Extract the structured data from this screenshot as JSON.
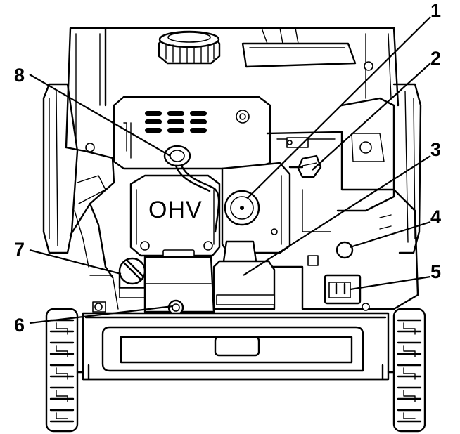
{
  "figure": {
    "engine_decal": "OHV",
    "callouts": [
      {
        "id": "1",
        "label": "1"
      },
      {
        "id": "2",
        "label": "2"
      },
      {
        "id": "3",
        "label": "3"
      },
      {
        "id": "4",
        "label": "4"
      },
      {
        "id": "5",
        "label": "5"
      },
      {
        "id": "6",
        "label": "6"
      },
      {
        "id": "7",
        "label": "7"
      },
      {
        "id": "8",
        "label": "8"
      }
    ],
    "colors": {
      "line": "#000000",
      "background": "#ffffff"
    }
  }
}
